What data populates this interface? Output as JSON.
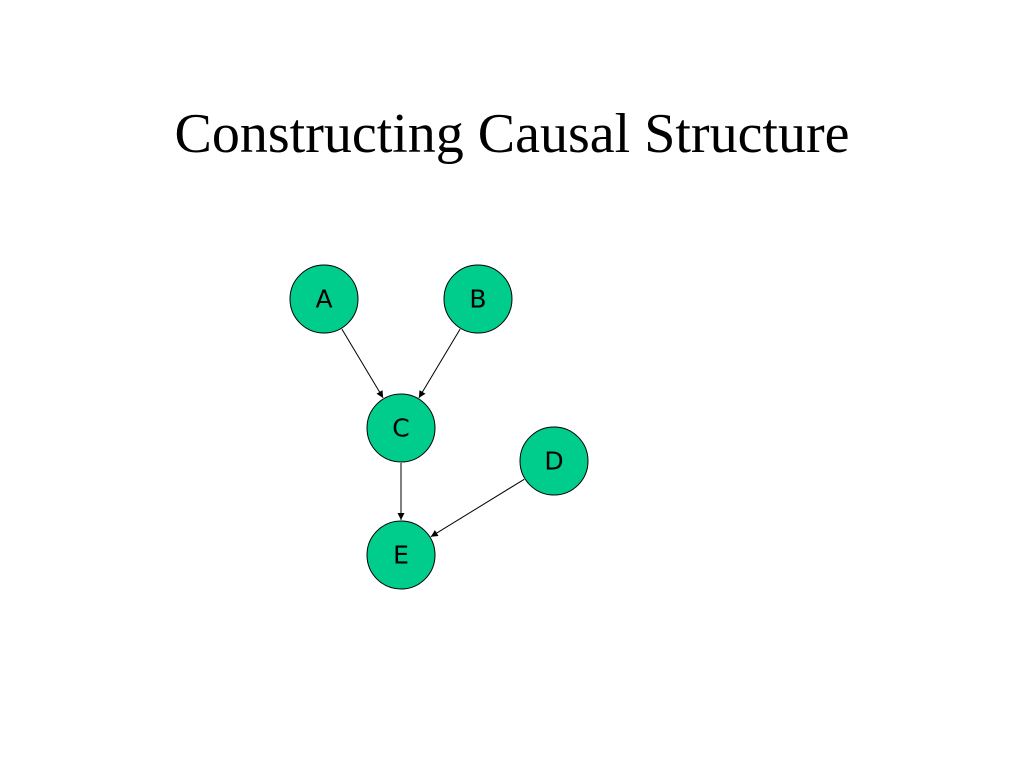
{
  "title": "Constructing Causal Structure",
  "colors": {
    "node_fill": "#00cc8c",
    "node_stroke": "#000000",
    "edge": "#000000"
  },
  "nodes": [
    {
      "id": "A",
      "label": "A"
    },
    {
      "id": "B",
      "label": "B"
    },
    {
      "id": "C",
      "label": "C"
    },
    {
      "id": "D",
      "label": "D"
    },
    {
      "id": "E",
      "label": "E"
    }
  ],
  "edges": [
    {
      "from": "A",
      "to": "C"
    },
    {
      "from": "B",
      "to": "C"
    },
    {
      "from": "C",
      "to": "E"
    },
    {
      "from": "D",
      "to": "E"
    }
  ]
}
